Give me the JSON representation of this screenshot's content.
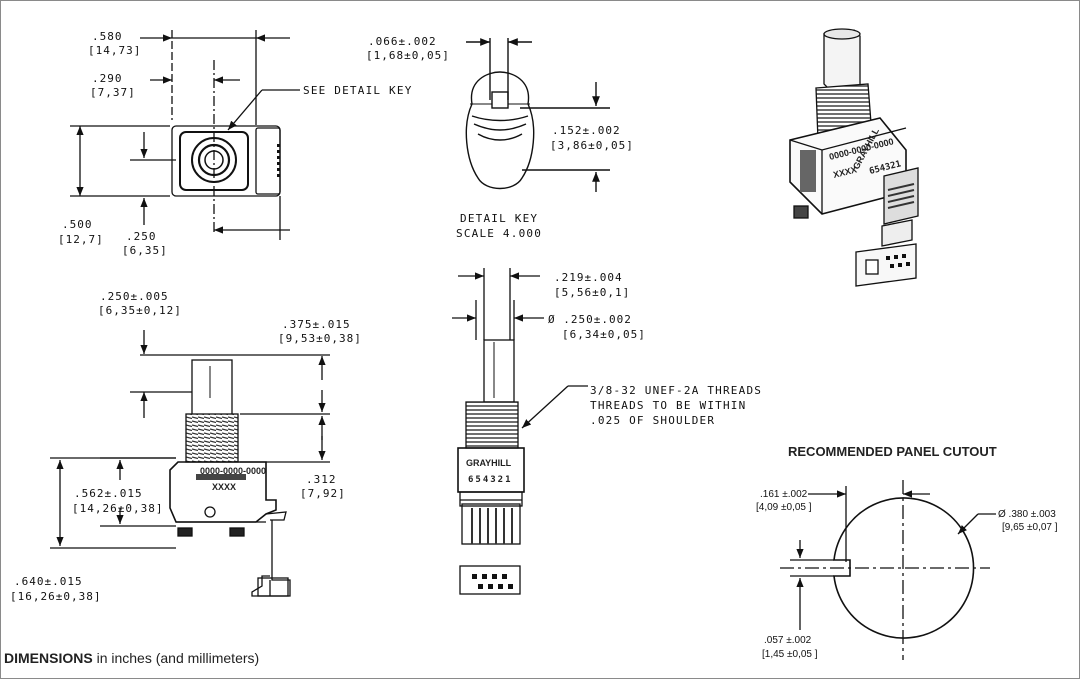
{
  "top_view": {
    "dim_width": ".580",
    "dim_width_mm": "[14,73]",
    "dim_half": ".290",
    "dim_half_mm": "[7,37]",
    "callout": "SEE DETAIL  KEY",
    "dim_height": ".500",
    "dim_height_mm": "[12,7]",
    "dim_offset": ".250",
    "dim_offset_mm": "[6,35]"
  },
  "detail_key": {
    "dim_flat": ".066±.002",
    "dim_flat_mm": "[1,68±0,05]",
    "dim_depth": ".152±.002",
    "dim_depth_mm": "[3,86±0,05]",
    "title_line1": "DETAIL  KEY",
    "title_line2": "SCALE  4.000"
  },
  "side_view": {
    "dim_shaft_width": ".250±.005",
    "dim_shaft_width_mm": "[6,35±0,12]",
    "dim_shaft_len": ".375±.015",
    "dim_shaft_len_mm": "[9,53±0,38]",
    "dim_bushing": ".312",
    "dim_bushing_mm": "[7,92]",
    "dim_body": ".562±.015",
    "dim_body_mm": "[14,26±0,38]",
    "dim_total": ".640±.015",
    "dim_total_mm": "[16,26±0,38]",
    "label_code": "0000-0000-0000",
    "label_xxxx": "XXXX"
  },
  "front_view": {
    "dim_flat_w": ".219±.004",
    "dim_flat_w_mm": "[5,56±0,1]",
    "dim_dia": "Ø .250±.002",
    "dim_dia_mm": "[6,34±0,05]",
    "thread_line1": "3/8-32 UNEF-2A THREADS",
    "thread_line2": "THREADS TO BE WITHIN",
    "thread_line3": ".025 OF SHOULDER",
    "brand": "GRAYHILL",
    "pin_numbers": "654321"
  },
  "iso_view": {
    "brand": "GRAYHILL",
    "code": "0000-0000-0000",
    "pin_numbers": "654321",
    "xxxx": "XXXX"
  },
  "panel_cutout": {
    "title": "RECOMMENDED PANEL CUTOUT",
    "dim_key_offset": ".161 ±.002",
    "dim_key_offset_mm": "[4,09 ±0,05 ]",
    "dim_dia": "Ø .380 ±.003",
    "dim_dia_mm": "[9,65 ±0,07 ]",
    "dim_key_width": ".057 ±.002",
    "dim_key_width_mm": "[1,45 ±0,05 ]"
  },
  "footer": {
    "bold": "DIMENSIONS",
    "rest": " in inches (and millimeters)"
  }
}
